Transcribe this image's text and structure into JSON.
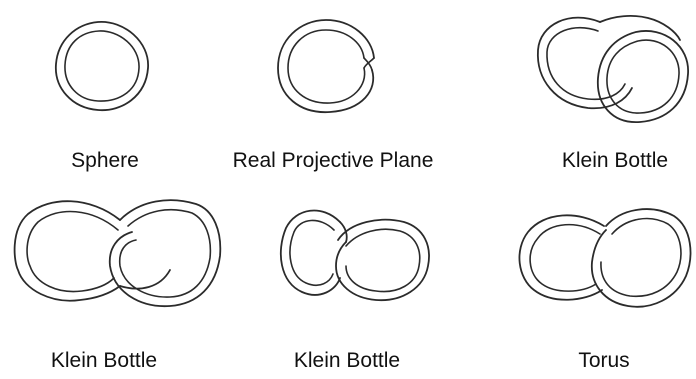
{
  "surfaces": [
    {
      "label": "Sphere"
    },
    {
      "label": "Real Projective Plane"
    },
    {
      "label": "Klein Bottle"
    },
    {
      "label": "Klein Bottle"
    },
    {
      "label": "Klein Bottle"
    },
    {
      "label": "Torus"
    }
  ]
}
